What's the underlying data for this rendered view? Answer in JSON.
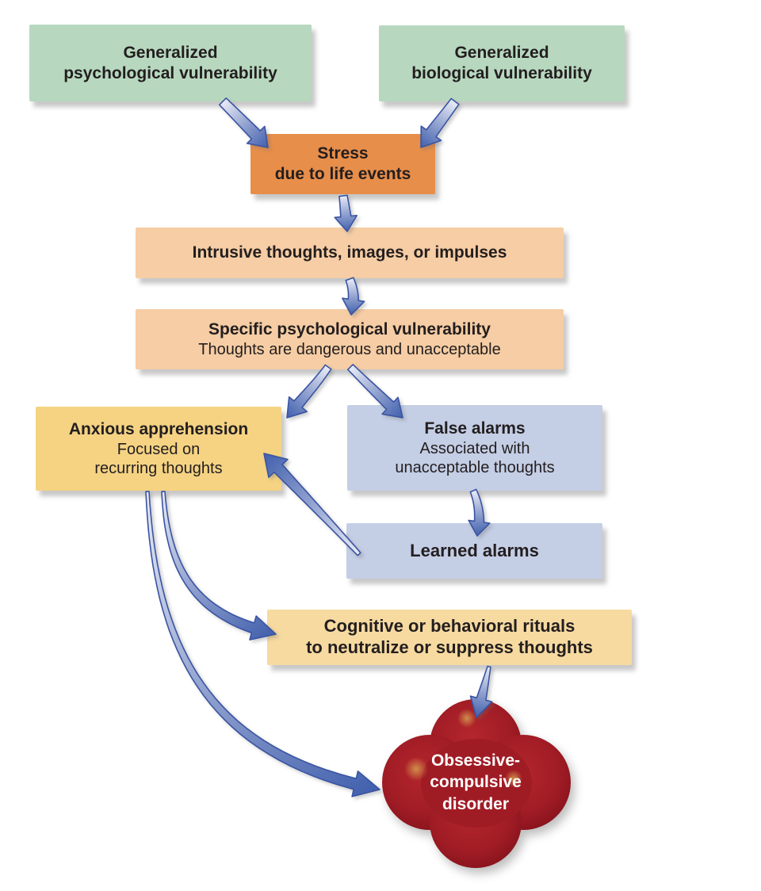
{
  "nodes": {
    "gen_psych": {
      "line1": "Generalized",
      "line2": "psychological vulnerability"
    },
    "gen_bio": {
      "line1": "Generalized",
      "line2": "biological vulnerability"
    },
    "stress": {
      "line1": "Stress",
      "line2": "due to life events"
    },
    "intrusive": {
      "line1": "Intrusive thoughts, images, or impulses"
    },
    "specific": {
      "line1": "Specific psychological vulnerability",
      "line2": "Thoughts are dangerous and unacceptable"
    },
    "anxious": {
      "line1": "Anxious apprehension",
      "line2": "Focused on",
      "line3": "recurring thoughts"
    },
    "false_alarms": {
      "line1": "False alarms",
      "line2": "Associated with",
      "line3": "unacceptable thoughts"
    },
    "learned_alarms": {
      "line1": "Learned alarms"
    },
    "rituals": {
      "line1": "Cognitive or behavioral rituals",
      "line2": "to neutralize or suppress thoughts"
    },
    "ocd": {
      "line1": "Obsessive-",
      "line2": "compulsive",
      "line3": "disorder"
    }
  },
  "edges": [
    {
      "from": "gen_psych",
      "to": "stress"
    },
    {
      "from": "gen_bio",
      "to": "stress"
    },
    {
      "from": "stress",
      "to": "intrusive"
    },
    {
      "from": "intrusive",
      "to": "specific"
    },
    {
      "from": "specific",
      "to": "anxious"
    },
    {
      "from": "specific",
      "to": "false_alarms"
    },
    {
      "from": "false_alarms",
      "to": "learned_alarms"
    },
    {
      "from": "learned_alarms",
      "to": "anxious"
    },
    {
      "from": "anxious",
      "to": "rituals"
    },
    {
      "from": "anxious",
      "to": "ocd"
    },
    {
      "from": "rituals",
      "to": "ocd"
    }
  ],
  "colors": {
    "green": "#b7d8bf",
    "orange": "#e78e4a",
    "peach": "#f6cda4",
    "gold": "#f5d383",
    "gold_light": "#f6daa0",
    "blue": "#c4cee5",
    "ocd_center": "#b5262d",
    "ocd_mid": "#a01c25",
    "ocd_edge": "#7d0f18",
    "glow": "#d6a050",
    "arrow_light": "#e9ecf6",
    "arrow_mid": "#93a3d0",
    "arrow_dark": "#4160ad",
    "arrow_outline": "#3a54a2",
    "text": "#231e1f",
    "ocd_text": "#ffffff"
  }
}
